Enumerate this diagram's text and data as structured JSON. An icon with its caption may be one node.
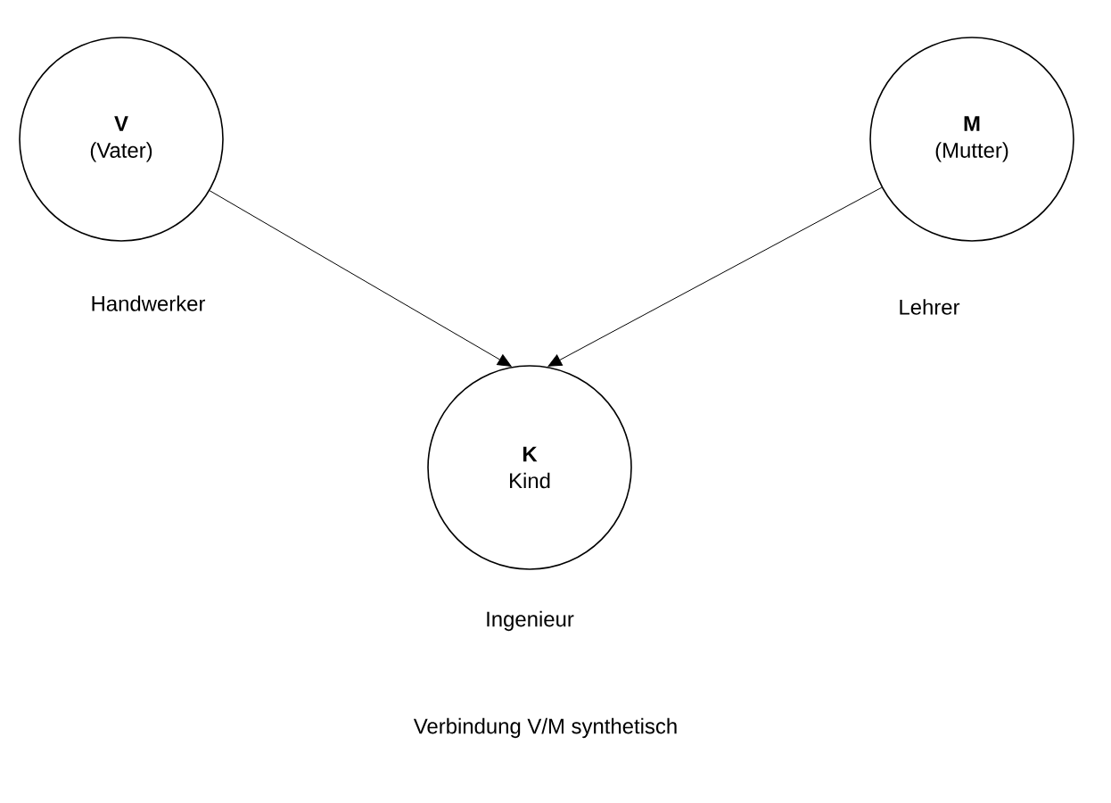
{
  "diagram": {
    "caption": "Verbindung V/M synthetisch",
    "nodes": [
      {
        "text": [
          "V",
          "(Vater)"
        ],
        "beside": [
          "Handwerker"
        ]
      },
      {
        "text": [
          "M",
          "(Mutter)"
        ],
        "beside": [
          "Lehrer"
        ]
      },
      {
        "text": [
          "K",
          "Kind"
        ],
        "beside": [
          "Ingenieur"
        ]
      }
    ],
    "edges": [
      {
        "from": 0,
        "to": 2,
        "arrow": "to"
      },
      {
        "from": 1,
        "to": 2,
        "arrow": "to"
      }
    ]
  }
}
